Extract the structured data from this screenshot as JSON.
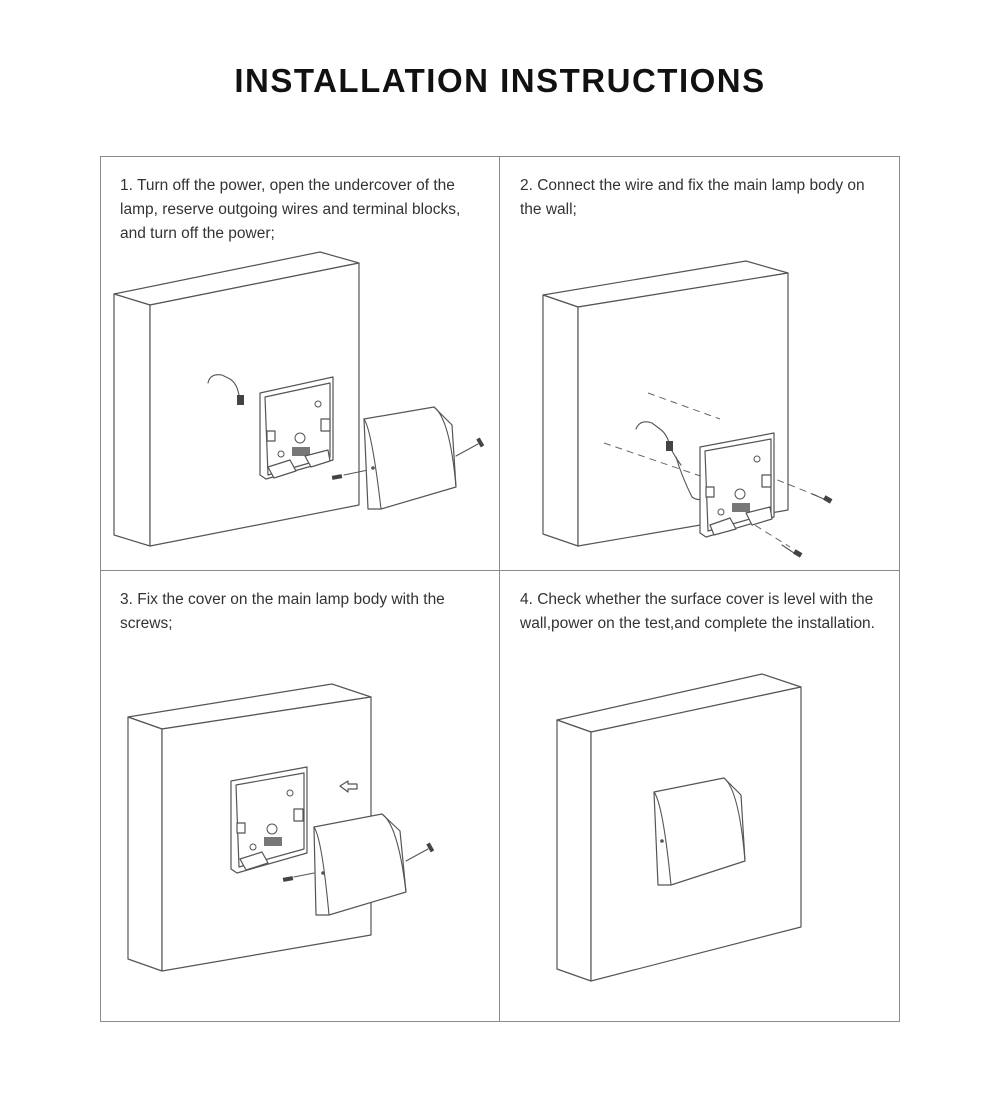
{
  "page": {
    "title": "INSTALLATION INSTRUCTIONS"
  },
  "steps": [
    {
      "text": "1. Turn off the power, open the undercover of the lamp, reserve outgoing wires and terminal blocks, and turn off the power;"
    },
    {
      "text": "2. Connect the wire and fix the main lamp body on the wall;"
    },
    {
      "text": "3. Fix the cover on the main lamp body with the screws;"
    },
    {
      "text": "4. Check whether the surface cover is level with the wall,power on the test,and complete the installation."
    }
  ]
}
